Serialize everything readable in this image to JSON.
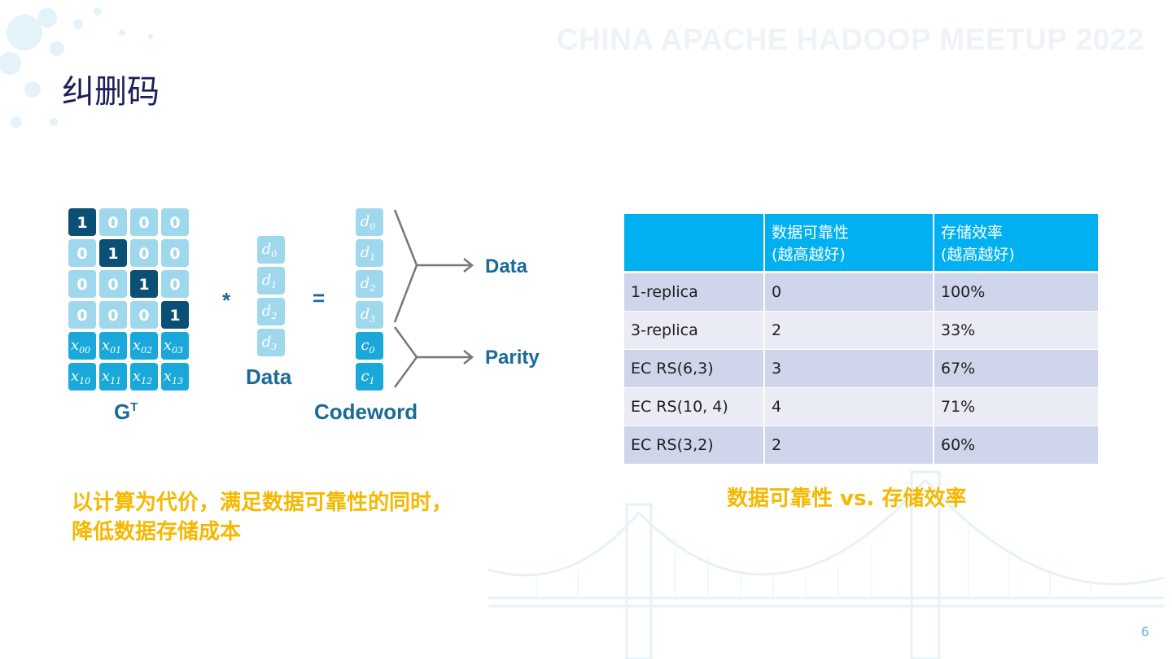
{
  "slide": {
    "watermark": "CHINA APACHE HADOOP MEETUP 2022",
    "title": "纠删码",
    "page_number": "6"
  },
  "diagram": {
    "matrix_rows": [
      [
        "1",
        "0",
        "0",
        "0"
      ],
      [
        "0",
        "1",
        "0",
        "0"
      ],
      [
        "0",
        "0",
        "1",
        "0"
      ],
      [
        "0",
        "0",
        "0",
        "1"
      ]
    ],
    "parity_rows": [
      [
        {
          "b": "x",
          "s": "00"
        },
        {
          "b": "x",
          "s": "01"
        },
        {
          "b": "x",
          "s": "02"
        },
        {
          "b": "x",
          "s": "03"
        }
      ],
      [
        {
          "b": "x",
          "s": "10"
        },
        {
          "b": "x",
          "s": "11"
        },
        {
          "b": "x",
          "s": "12"
        },
        {
          "b": "x",
          "s": "13"
        }
      ]
    ],
    "matrix_label": {
      "base": "G",
      "sup": "T"
    },
    "multiply_sign": "*",
    "data_vector": [
      {
        "b": "d",
        "s": "0"
      },
      {
        "b": "d",
        "s": "1"
      },
      {
        "b": "d",
        "s": "2"
      },
      {
        "b": "d",
        "s": "3"
      }
    ],
    "data_label": "Data",
    "equals_sign": "=",
    "codeword_vector": [
      {
        "b": "d",
        "s": "0"
      },
      {
        "b": "d",
        "s": "1"
      },
      {
        "b": "d",
        "s": "2"
      },
      {
        "b": "d",
        "s": "3"
      },
      {
        "b": "c",
        "s": "0"
      },
      {
        "b": "c",
        "s": "1"
      }
    ],
    "codeword_label": "Codeword",
    "arrow_data_label": "Data",
    "arrow_parity_label": "Parity",
    "colors": {
      "light": "#9fd8ec",
      "dark": "#0b4f74",
      "parity": "#1aa8db",
      "text_on_light": "#ffffff",
      "label": "#1a6a98"
    }
  },
  "table": {
    "headers": [
      "",
      "数据可靠性\n(越高越好)",
      "存储效率\n(越高越好)"
    ],
    "header_lines": [
      [
        ""
      ],
      [
        "数据可靠性",
        "(越高越好)"
      ],
      [
        "存储效率",
        "(越高越好)"
      ]
    ],
    "rows": [
      [
        "1-replica",
        "0",
        "100%"
      ],
      [
        "3-replica",
        "2",
        "33%"
      ],
      [
        "EC RS(6,3)",
        "3",
        "67%"
      ],
      [
        "EC RS(10, 4)",
        "4",
        "71%"
      ],
      [
        "EC RS(3,2)",
        "2",
        "60%"
      ]
    ],
    "caption": "数据可靠性 vs. 存储效率"
  },
  "summary": {
    "line1": "以计算为代价，满足数据可靠性的同时，",
    "line2": "降低数据存储成本"
  }
}
